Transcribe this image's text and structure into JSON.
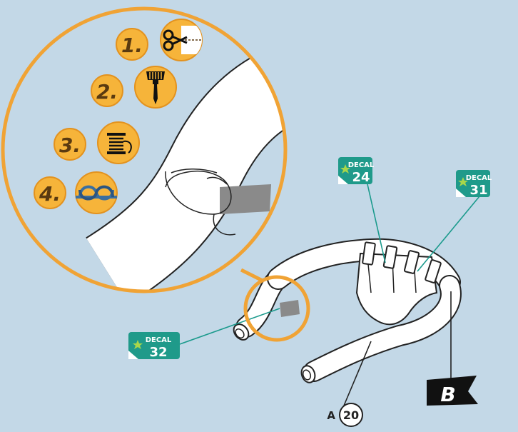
{
  "colors": {
    "background": "#c3d8e7",
    "orange": "#f0a335",
    "step_badge": "#f6b43a",
    "decal_teal": "#1f9a8a",
    "leader": "#1a9a8c",
    "tape": "#8a8a8a",
    "outline": "#222222",
    "flag": "#111111"
  },
  "steps": [
    {
      "number": "1.",
      "icon": "scissors-cut-icon"
    },
    {
      "number": "2.",
      "icon": "glue-brush-icon"
    },
    {
      "number": "3.",
      "icon": "thread-spool-icon"
    },
    {
      "number": "4.",
      "icon": "knot-icon"
    }
  ],
  "decals": [
    {
      "label": "DECAL",
      "number": "24"
    },
    {
      "label": "DECAL",
      "number": "31"
    },
    {
      "label": "DECAL",
      "number": "32"
    }
  ],
  "part_callout": {
    "letter": "A",
    "number": "20"
  },
  "flag": {
    "letter": "B"
  }
}
